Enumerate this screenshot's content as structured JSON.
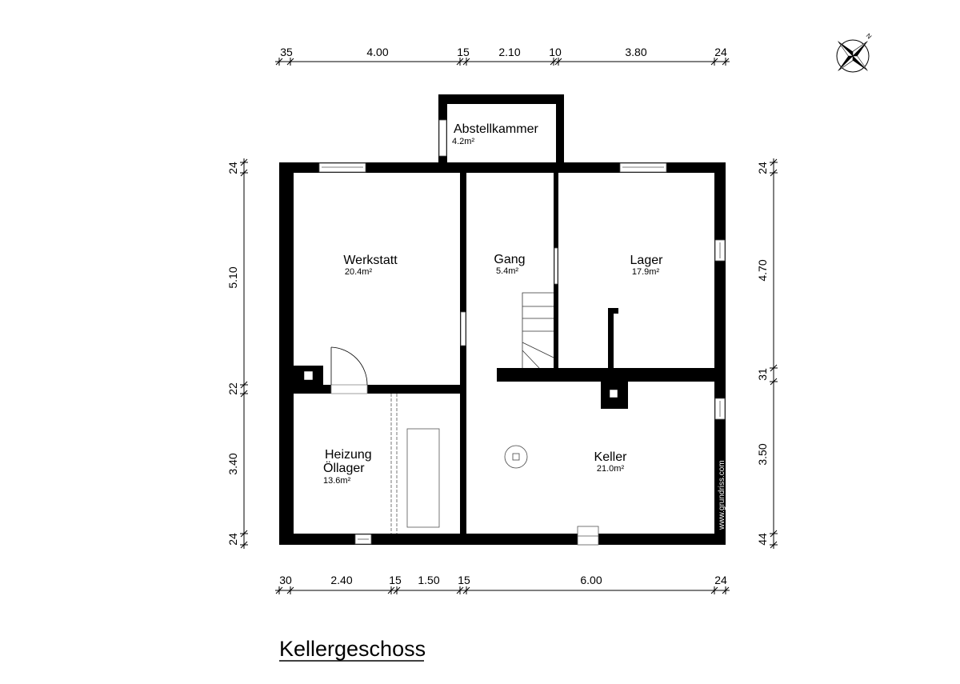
{
  "title": "Kellergeschoss",
  "watermark": "www.grundriss.com",
  "compass_label": "N",
  "rooms": [
    {
      "name": "Abstellkammer",
      "area": "4.2m²"
    },
    {
      "name": "Werkstatt",
      "area": "20.4m²"
    },
    {
      "name": "Gang",
      "area": "5.4m²"
    },
    {
      "name": "Lager",
      "area": "17.9m²"
    },
    {
      "name": "Heizung",
      "name2": "Öllager",
      "area": "13.6m²"
    },
    {
      "name": "Keller",
      "area": "21.0m²"
    }
  ],
  "dimensions": {
    "top": [
      "35",
      "4.00",
      "15",
      "2.10",
      "10",
      "3.80",
      "24"
    ],
    "bottom": [
      "30",
      "2.40",
      "15",
      "1.50",
      "15",
      "6.00",
      "24"
    ],
    "left": [
      "24",
      "5.10",
      "22",
      "3.40",
      "24"
    ],
    "right": [
      "24",
      "4.70",
      "31",
      "3.50",
      "44"
    ]
  },
  "colors": {
    "wall": "#000000",
    "background": "#ffffff"
  }
}
